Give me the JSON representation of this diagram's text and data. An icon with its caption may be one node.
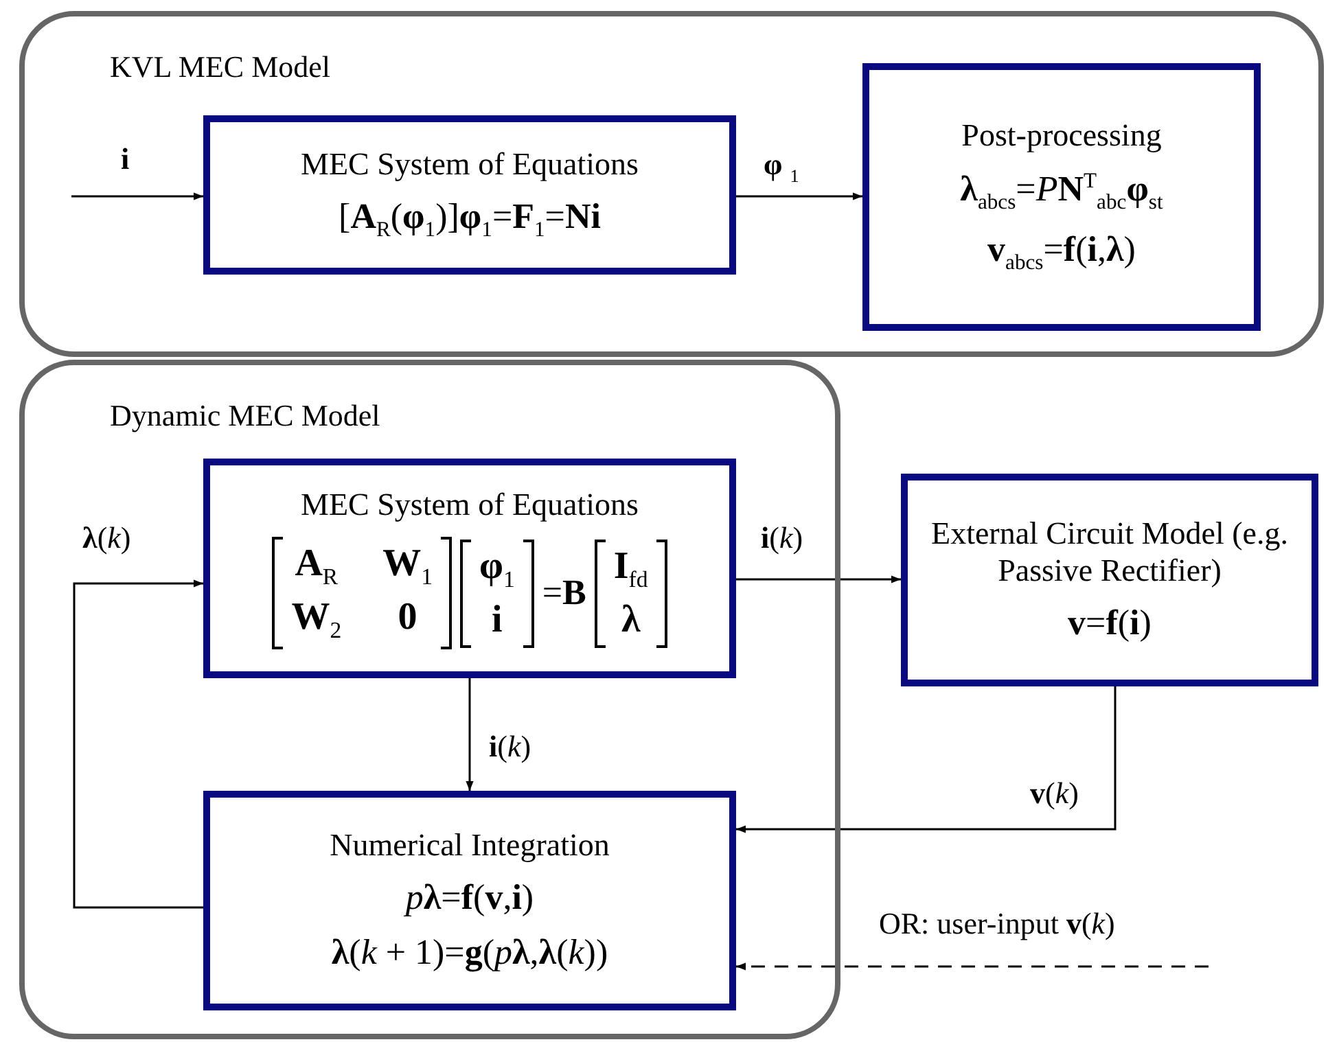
{
  "diagram": {
    "nodes": [
      {
        "text": [
          "KVL MEC Model"
        ]
      },
      {
        "text": [
          "MEC System of Equations",
          "[**A**$_{R}$(**φ**$_{1}$)]**φ**$_{1}$=**F**$_{1}$=**Ni**"
        ],
        "in": 0
      },
      {
        "text": [
          "Post-processing",
          "**λ**$_{abcs}$=*P*​**N**$^{T}$$_{abc}$**φ**$_{st}$",
          "**v**$_{abcs}$=**f**(**i**,**λ**)"
        ],
        "in": 0
      },
      {
        "text": [
          "Dynamic MEC Model"
        ]
      },
      {
        "text": [
          "MEC System of Equations",
          "A$_{R}$",
          "W$_{1}$",
          "W$_{2}$",
          "0",
          "φ$_{1}$",
          "i",
          "=**B**",
          "I$_{fd}$",
          "λ"
        ],
        "in": 3
      },
      {
        "text": [
          "Numerical Integration",
          "*p*​**λ**=**f**(**v**,**i**)",
          "**λ**(*k* + 1)=**g**(*p*​**λ**,**λ**(*k*))"
        ],
        "in": 3
      },
      {
        "text": [
          "External Circuit Model (e.g. Passive Rectifier)",
          "**v**=**f**(**i**)"
        ]
      }
    ],
    "edges": [
      {
        "from": null,
        "to": 1,
        "arrow": "to",
        "label": "**i**"
      },
      {
        "from": 1,
        "to": 2,
        "arrow": "to",
        "label": "**φ** $_{1}$"
      },
      {
        "from": 5,
        "to": 4,
        "arrow": "to",
        "label": "**λ**(*k*)"
      },
      {
        "from": 4,
        "to": 6,
        "arrow": "to",
        "label": "**i**(*k*)"
      },
      {
        "from": 4,
        "to": 5,
        "arrow": "to",
        "label": "**i**(*k*)"
      },
      {
        "from": 6,
        "to": 5,
        "arrow": "to",
        "label": "**v**(*k*)"
      },
      {
        "from": null,
        "to": 5,
        "arrow": "to",
        "label": "OR: user-input **v**(*k*)",
        "style": "dashed"
      }
    ]
  }
}
